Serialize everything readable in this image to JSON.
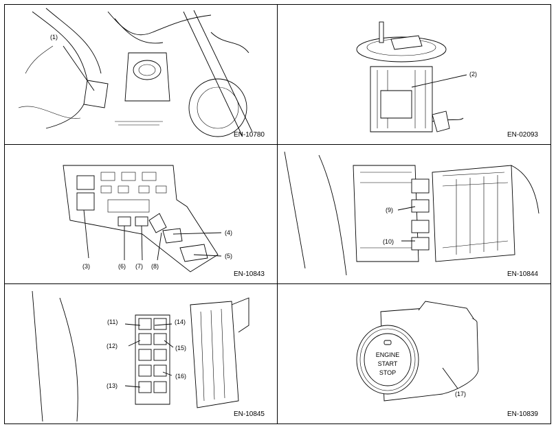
{
  "panels": [
    {
      "code": "EN-10780",
      "callouts": [
        "(1)"
      ]
    },
    {
      "code": "EN-02093",
      "callouts": [
        "(2)"
      ]
    },
    {
      "code": "EN-10843",
      "callouts": [
        "(3)",
        "(4)",
        "(5)",
        "(6)",
        "(7)",
        "(8)"
      ]
    },
    {
      "code": "EN-10844",
      "callouts": [
        "(9)",
        "(10)"
      ]
    },
    {
      "code": "EN-10845",
      "callouts": [
        "(11)",
        "(12)",
        "(13)",
        "(14)",
        "(15)",
        "(16)"
      ]
    },
    {
      "code": "EN-10839",
      "callouts": [
        "(17)"
      ],
      "button_text": [
        "ENGINE",
        "START",
        "STOP"
      ]
    }
  ]
}
